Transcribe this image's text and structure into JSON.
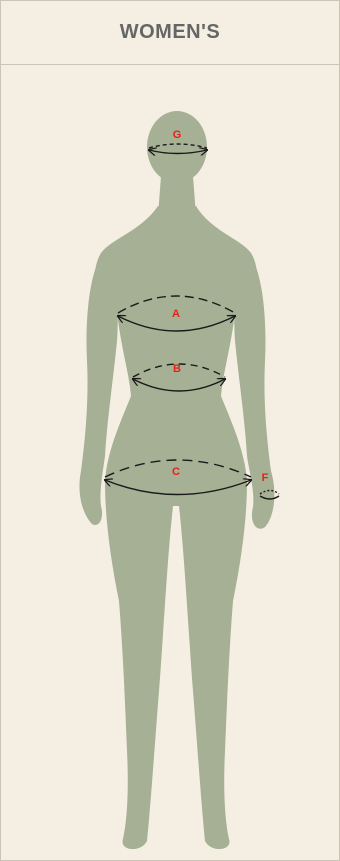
{
  "header": {
    "title": "WOMEN'S"
  },
  "colors": {
    "background": "#f4efe2",
    "silhouette": "#a5b095",
    "label": "#e2231a",
    "line": "#1a1a1a"
  },
  "measurements": {
    "G": "G",
    "A": "A",
    "B": "B",
    "C": "C",
    "F": "F"
  }
}
